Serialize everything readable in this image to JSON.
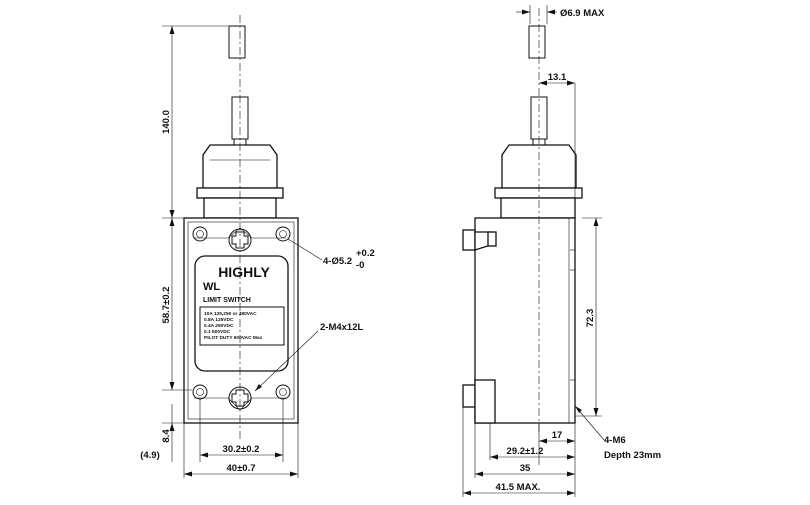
{
  "front_view": {
    "brand": "HIGHLY",
    "model": "WL",
    "product_type": "LIMIT SWITCH",
    "ratings": [
      "10A 125,250 or 480VAC",
      "0.8A 125VDC",
      "0.4A 250VDC",
      "0.1 600VDC",
      "PILOT DUTY 600VAC Max"
    ],
    "dimensions": {
      "overall_height": "140.0",
      "body_height": "58.7±0.2",
      "bottom_offset": "8.4",
      "bottom_offset_alt": "(4.9)",
      "hole_spacing": "30.2±0.2",
      "body_width": "40±0.7"
    },
    "callouts": {
      "mount_holes": "4-Ø5.2",
      "mount_holes_tol_plus": "+0.2",
      "mount_holes_tol_minus": "-0",
      "screws": "2-M4x12L"
    }
  },
  "side_view": {
    "dimensions": {
      "spring_dia": "Ø6.9 MAX",
      "spring_offset": "13.1",
      "body_height": "72.3",
      "thread_offset": "17",
      "hole_offset": "29.2±1.2",
      "body_depth": "35",
      "overall_depth": "41.5 MAX."
    },
    "callouts": {
      "threaded_holes": "4-M6",
      "thread_depth": "Depth 23mm"
    }
  }
}
